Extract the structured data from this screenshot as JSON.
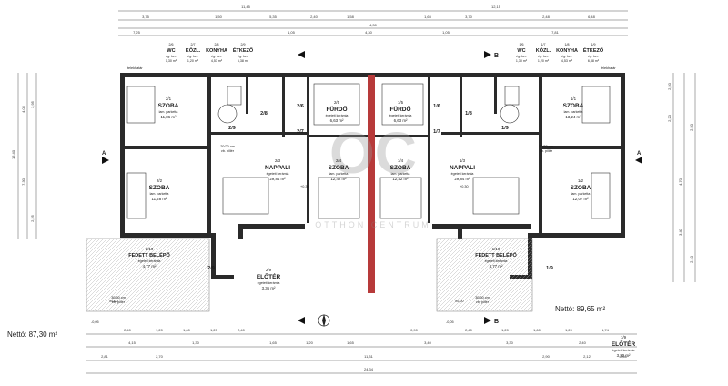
{
  "plan": {
    "net_left": "Nettó: 87,30 m²",
    "net_right": "Nettó: 89,65 m²",
    "watermark": "OC",
    "watermark_sub": "OTTHON CENTRUM",
    "section_marker": "B",
    "side_marker": "A",
    "level_marks": [
      "±0,00",
      "-0,05",
      "+0,30"
    ],
    "label_telekhatar": "telekhatár"
  },
  "header_left": [
    {
      "num": "2/6",
      "name": "WC",
      "sub": "ég. ker.",
      "area": "1,30 m²"
    },
    {
      "num": "2/7",
      "name": "KÖZL.",
      "sub": "ég. ker.",
      "area": "1,20 m²"
    },
    {
      "num": "2/8",
      "name": "KONYHA",
      "sub": "ég. ker.",
      "area": "4,53 m²"
    },
    {
      "num": "2/9",
      "name": "ÉTKEZŐ",
      "sub": "ég. ker.",
      "area": "6,38 m²"
    }
  ],
  "header_right": [
    {
      "num": "1/6",
      "name": "WC",
      "sub": "ég. ker.",
      "area": "1,30 m²"
    },
    {
      "num": "1/7",
      "name": "KÖZL.",
      "sub": "ég. ker.",
      "area": "1,20 m²"
    },
    {
      "num": "1/8",
      "name": "KONYHA",
      "sub": "ég. ker.",
      "area": "4,53 m²"
    },
    {
      "num": "1/9",
      "name": "ÉTKEZŐ",
      "sub": "ég. ker.",
      "area": "6,38 m²"
    }
  ],
  "rooms": [
    {
      "id": "2-1",
      "num": "2/1",
      "name": "SZOBA",
      "sub": "lam. parketta",
      "area": "11,86 m²"
    },
    {
      "id": "2-2",
      "num": "2/2",
      "name": "SZOBA",
      "sub": "lam. parketta",
      "area": "11,28 m²"
    },
    {
      "id": "2-3",
      "num": "2/3",
      "name": "NAPPALI",
      "sub": "égetett kerámia",
      "area": "29,84 m²"
    },
    {
      "id": "2-4",
      "num": "2/4",
      "name": "SZOBA",
      "sub": "lam. parketta",
      "area": "12,42 m²"
    },
    {
      "id": "2-5",
      "num": "2/5",
      "name": "FÜRDŐ",
      "sub": "égetett kerámia",
      "area": "6,63 m²"
    },
    {
      "id": "1-5",
      "num": "1/5",
      "name": "FÜRDŐ",
      "sub": "égetett kerámia",
      "area": "6,63 m²"
    },
    {
      "id": "1-4",
      "num": "1/4",
      "name": "SZOBA",
      "sub": "lam. parketta",
      "area": "12,42 m²"
    },
    {
      "id": "1-3",
      "num": "1/3",
      "name": "NAPPALI",
      "sub": "égetett kerámia",
      "area": "29,84 m²"
    },
    {
      "id": "1-1",
      "num": "1/1",
      "name": "SZOBA",
      "sub": "lam. parketta",
      "area": "13,24 m²"
    },
    {
      "id": "1-2",
      "num": "1/2",
      "name": "SZOBA",
      "sub": "lam. parketta",
      "area": "12,07 m²"
    },
    {
      "id": "2-10",
      "num": "2/10",
      "name": "FEDETT BELÉPŐ",
      "sub": "égetett kerámia",
      "area": "4,77 m²"
    },
    {
      "id": "2-9b",
      "num": "2/9",
      "name": "ELŐTÉR",
      "sub": "égetett kerámia",
      "area": "3,36 m²"
    },
    {
      "id": "1-10",
      "num": "1/10",
      "name": "FEDETT BELÉPŐ",
      "sub": "égetett kerámia",
      "area": "4,77 m²"
    },
    {
      "id": "1-9b",
      "num": "1/9",
      "name": "ELŐTÉR",
      "sub": "égetett kerámia",
      "area": "3,30 m²"
    }
  ],
  "small_labels": [
    "2/8",
    "2/6",
    "2/7",
    "2/9",
    "1/6",
    "1/8",
    "1/7",
    "1/9",
    "2/9",
    "1/9"
  ],
  "pillar_notes": [
    "20/20 cm",
    "vb. pillér",
    "30/30 cm",
    "vb. pillér"
  ],
  "dims": {
    "top_total": [
      "11,45",
      "12,15"
    ],
    "top_row2": [
      "3,75",
      "1,50",
      "5,35",
      "2,40",
      "1,58",
      "4,30",
      "1,65",
      "3,70",
      "2,48",
      "6,48"
    ],
    "top_row3": [
      "7,25",
      "1,05",
      "4,30",
      "1,05",
      "7,81"
    ],
    "bottom_row1": [
      "2,40",
      "1,20",
      "1,60",
      "1,20",
      "2,40",
      "0,90",
      "2,40",
      "1,20",
      "1,60",
      "1,20",
      "1,74"
    ],
    "bottom_row2": [
      "4,15",
      "1,30",
      "1,65",
      "1,20",
      "1,65",
      "3,40",
      "3,30",
      "2,40"
    ],
    "bottom_row3": [
      "2,81",
      "2,70",
      "11,31",
      "2,90",
      "2,12",
      "2,50"
    ],
    "bottom_total": [
      "24,34"
    ],
    "left_side": [
      "15,40",
      "4,05",
      "7,30",
      "3,95",
      "2,25"
    ],
    "right_side": [
      "2,50",
      "2,20",
      "4,70",
      "3,40",
      "2,10",
      "2,50"
    ]
  }
}
